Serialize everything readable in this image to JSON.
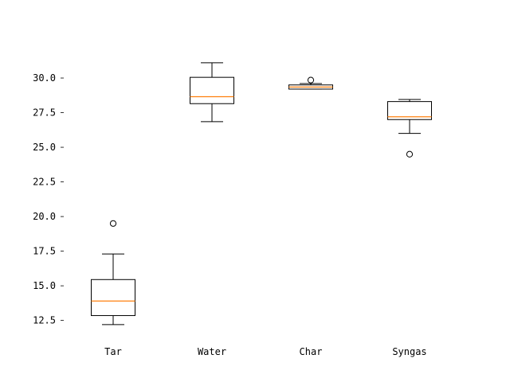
{
  "chart_data": {
    "type": "boxplot",
    "title": "",
    "xlabel": "",
    "ylabel": "",
    "ylim": [
      11.1,
      32.3
    ],
    "yticks": [
      "12.5",
      "15.0",
      "17.5",
      "20.0",
      "22.5",
      "25.0",
      "27.5",
      "30.0"
    ],
    "categories": [
      "Tar",
      "Water",
      "Char",
      "Syngas"
    ],
    "boxes": [
      {
        "label": "Tar",
        "whislo": 12.2,
        "q1": 12.85,
        "median": 13.9,
        "q3": 15.45,
        "whishi": 17.3,
        "fliers": [
          19.5
        ]
      },
      {
        "label": "Water",
        "whislo": 26.85,
        "q1": 28.15,
        "median": 28.65,
        "q3": 30.05,
        "whishi": 31.1,
        "fliers": []
      },
      {
        "label": "Char",
        "whislo": 29.2,
        "q1": 29.2,
        "median": 29.35,
        "q3": 29.5,
        "whishi": 29.6,
        "fliers": [
          29.85
        ]
      },
      {
        "label": "Syngas",
        "whislo": 26.0,
        "q1": 27.0,
        "median": 27.2,
        "q3": 28.3,
        "whishi": 28.45,
        "fliers": [
          24.5
        ]
      }
    ],
    "colors": {
      "box": "#000000",
      "median": "#ff7f0e",
      "background": "#ffffff"
    },
    "grid": false,
    "legend": "none"
  }
}
